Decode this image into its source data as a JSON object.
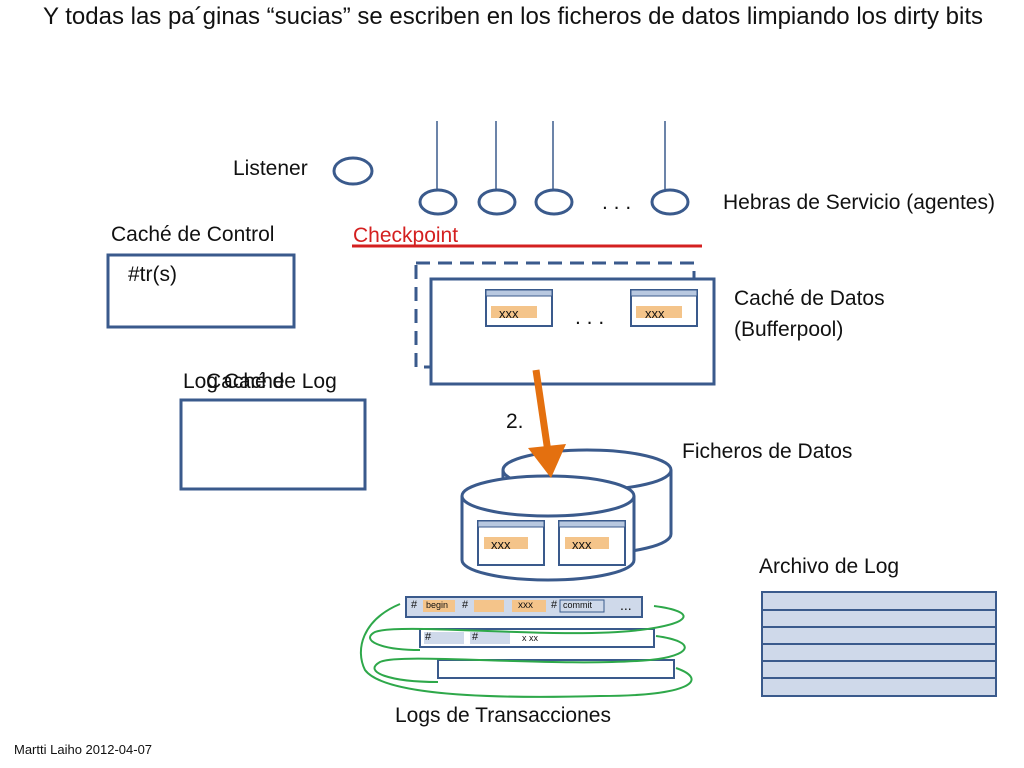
{
  "slide": {
    "title": "Y todas las pa´ginas “sucias” se escriben en los ficheros de datos limpiando los dirty bits",
    "footer": "Martti Laiho 2012-04-07"
  },
  "labels": {
    "listener": "Listener",
    "service_threads": "Hebras de Servicio (agentes)",
    "ellipsis": ". . .",
    "control_cache": "Caché de Control",
    "control_cache_content": "#tr(s)",
    "checkpoint": "Checkpoint",
    "data_cache_line1": "Caché de Datos",
    "data_cache_line2": "(Bufferpool)",
    "log_cache_a": "Log Cache",
    "log_cache_b": "Caché de Log",
    "step": "2.",
    "data_files": "Ficheros de Datos",
    "log_archive": "Archivo de Log",
    "transaction_logs": "Logs de Transacciones",
    "page_marker": "xxx",
    "log_ellipsis": "...",
    "log_row2_marker": "x xx"
  },
  "log_entries": {
    "hash": "#",
    "begin": "begin",
    "xxx": "xxx",
    "commit": "commit"
  },
  "colors": {
    "checkpoint": "#d42020",
    "arrow": "#e4700f",
    "box_border": "#3a5a8c",
    "page_fill": "#f4c48a",
    "curve": "#2ea84a",
    "log_row_fill": "#cfd9ea"
  }
}
